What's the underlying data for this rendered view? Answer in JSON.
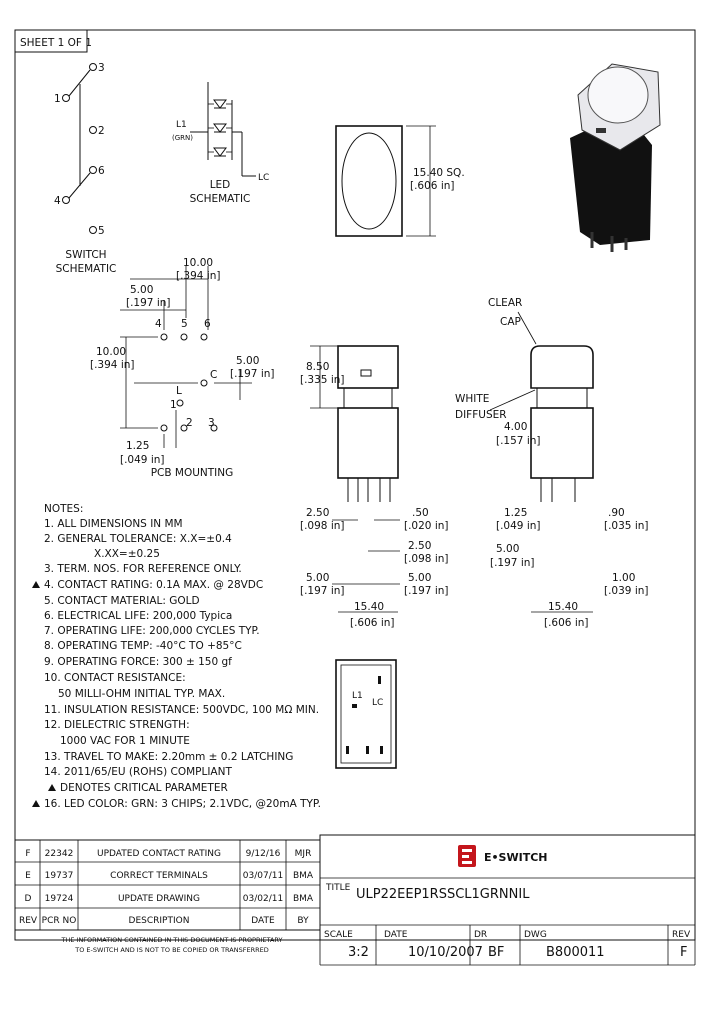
{
  "sheet": {
    "label": "SHEET 1 OF 1"
  },
  "switch_schematic": {
    "pins": [
      "1",
      "3",
      "2",
      "6",
      "4",
      "5"
    ],
    "caption": [
      "SWITCH",
      "SCHEMATIC"
    ]
  },
  "led_schematic": {
    "label_l1": "L1",
    "label_grn": "(GRN)",
    "label_lc": "LC",
    "caption": [
      "LED",
      "SCHEMATIC"
    ]
  },
  "top_view": {
    "dim": "15.40 SQ.",
    "dim_in": "[.606 in]"
  },
  "pcb_mounting": {
    "caption": "PCB MOUNTING",
    "dims": {
      "d1": "10.00",
      "d1_in": "[.394 in]",
      "d2": "5.00",
      "d2_in": "[.197 in]",
      "d3": "10.00",
      "d3_in": "[.394 in]",
      "d4": "5.00",
      "d4_in": "[.197 in]",
      "d5": "1.25",
      "d5_in": "[.049 in]"
    },
    "pins": {
      "p4": "4",
      "p5": "5",
      "p6": "6",
      "pc": "C",
      "pl": "L",
      "p1": "1",
      "p2": "2",
      "p3": "3"
    }
  },
  "front_view": {
    "d_850": "8.50",
    "d_850_in": "[.335 in]",
    "d_250": "2.50",
    "d_250_in": "[.098 in]",
    "d_50": ".50",
    "d_50_in": "[.020 in]",
    "d_250b": "2.50",
    "d_250b_in": "[.098 in]",
    "d_500a": "5.00",
    "d_500a_in": "[.197 in]",
    "d_500b": "5.00",
    "d_500b_in": "[.197 in]",
    "d_1540": "15.40",
    "d_1540_in": "[.606 in]"
  },
  "side_view": {
    "clear_cap": [
      "CLEAR",
      "CAP"
    ],
    "white_diffuser": [
      "WHITE",
      "DIFFUSER"
    ],
    "d_400": "4.00",
    "d_400_in": "[.157 in]",
    "d_125": "1.25",
    "d_125_in": "[.049 in]",
    "d_90": ".90",
    "d_90_in": "[.035 in]",
    "d_500": "5.00",
    "d_500_in": "[.197 in]",
    "d_100": "1.00",
    "d_100_in": "[.039 in]",
    "d_1540": "15.40",
    "d_1540_in": "[.606 in]"
  },
  "bottom_view": {
    "l1": "L1",
    "lc": "LC"
  },
  "notes": {
    "title": "NOTES:",
    "lines": [
      "1. ALL DIMENSIONS IN MM",
      "2. GENERAL TOLERANCE: X.X=±0.4",
      "X.XX=±0.25",
      "3. TERM. NOS. FOR REFERENCE ONLY.",
      "4. CONTACT RATING: 0.1A MAX. @ 28VDC",
      "5. CONTACT MATERIAL: GOLD",
      "6. ELECTRICAL LIFE: 200,000 Typica",
      "7. OPERATING LIFE: 200,000 CYCLES TYP.",
      "8. OPERATING TEMP: -40°C TO +85°C",
      "9. OPERATING FORCE: 300 ± 150 gf",
      "10. CONTACT RESISTANCE:",
      "50 MILLI-OHM INITIAL TYP. MAX.",
      "11. INSULATION RESISTANCE: 500VDC, 100 MΩ MIN.",
      "12. DIELECTRIC STRENGTH:",
      "1000 VAC FOR 1 MINUTE",
      "13. TRAVEL TO MAKE: 2.20mm ± 0.2 LATCHING",
      "14. 2011/65/EU (ROHS) COMPLIANT",
      "DENOTES CRITICAL PARAMETER",
      "16. LED COLOR: GRN: 3 CHIPS; 2.1VDC, @20mA TYP."
    ]
  },
  "revisions": {
    "headers": [
      "REV",
      "PCR NO",
      "DESCRIPTION",
      "DATE",
      "BY"
    ],
    "rows": [
      [
        "F",
        "22342",
        "UPDATED CONTACT RATING",
        "9/12/16",
        "MJR"
      ],
      [
        "E",
        "19737",
        "CORRECT TERMINALS",
        "03/07/11",
        "BMA"
      ],
      [
        "D",
        "19724",
        "UPDATE DRAWING",
        "03/02/11",
        "BMA"
      ]
    ]
  },
  "proprietary": [
    "THE INFORMATION CONTAINED IN THIS DOCUMENT IS PROPRIETARY",
    "TO E-SWITCH AND IS NOT TO BE COPIED OR TRANSFERRED"
  ],
  "title_block": {
    "company": "E•SWITCH",
    "title_label": "TITLE",
    "title": "ULP22EEP1RSSCL1GRNNIL",
    "scale_label": "SCALE",
    "scale": "3:2",
    "date_label": "DATE",
    "date": "10/10/2007",
    "dr_label": "DR",
    "dr": "BF",
    "dwg_label": "DWG",
    "dwg": "B800011",
    "rev_label": "REV",
    "rev": "F"
  }
}
